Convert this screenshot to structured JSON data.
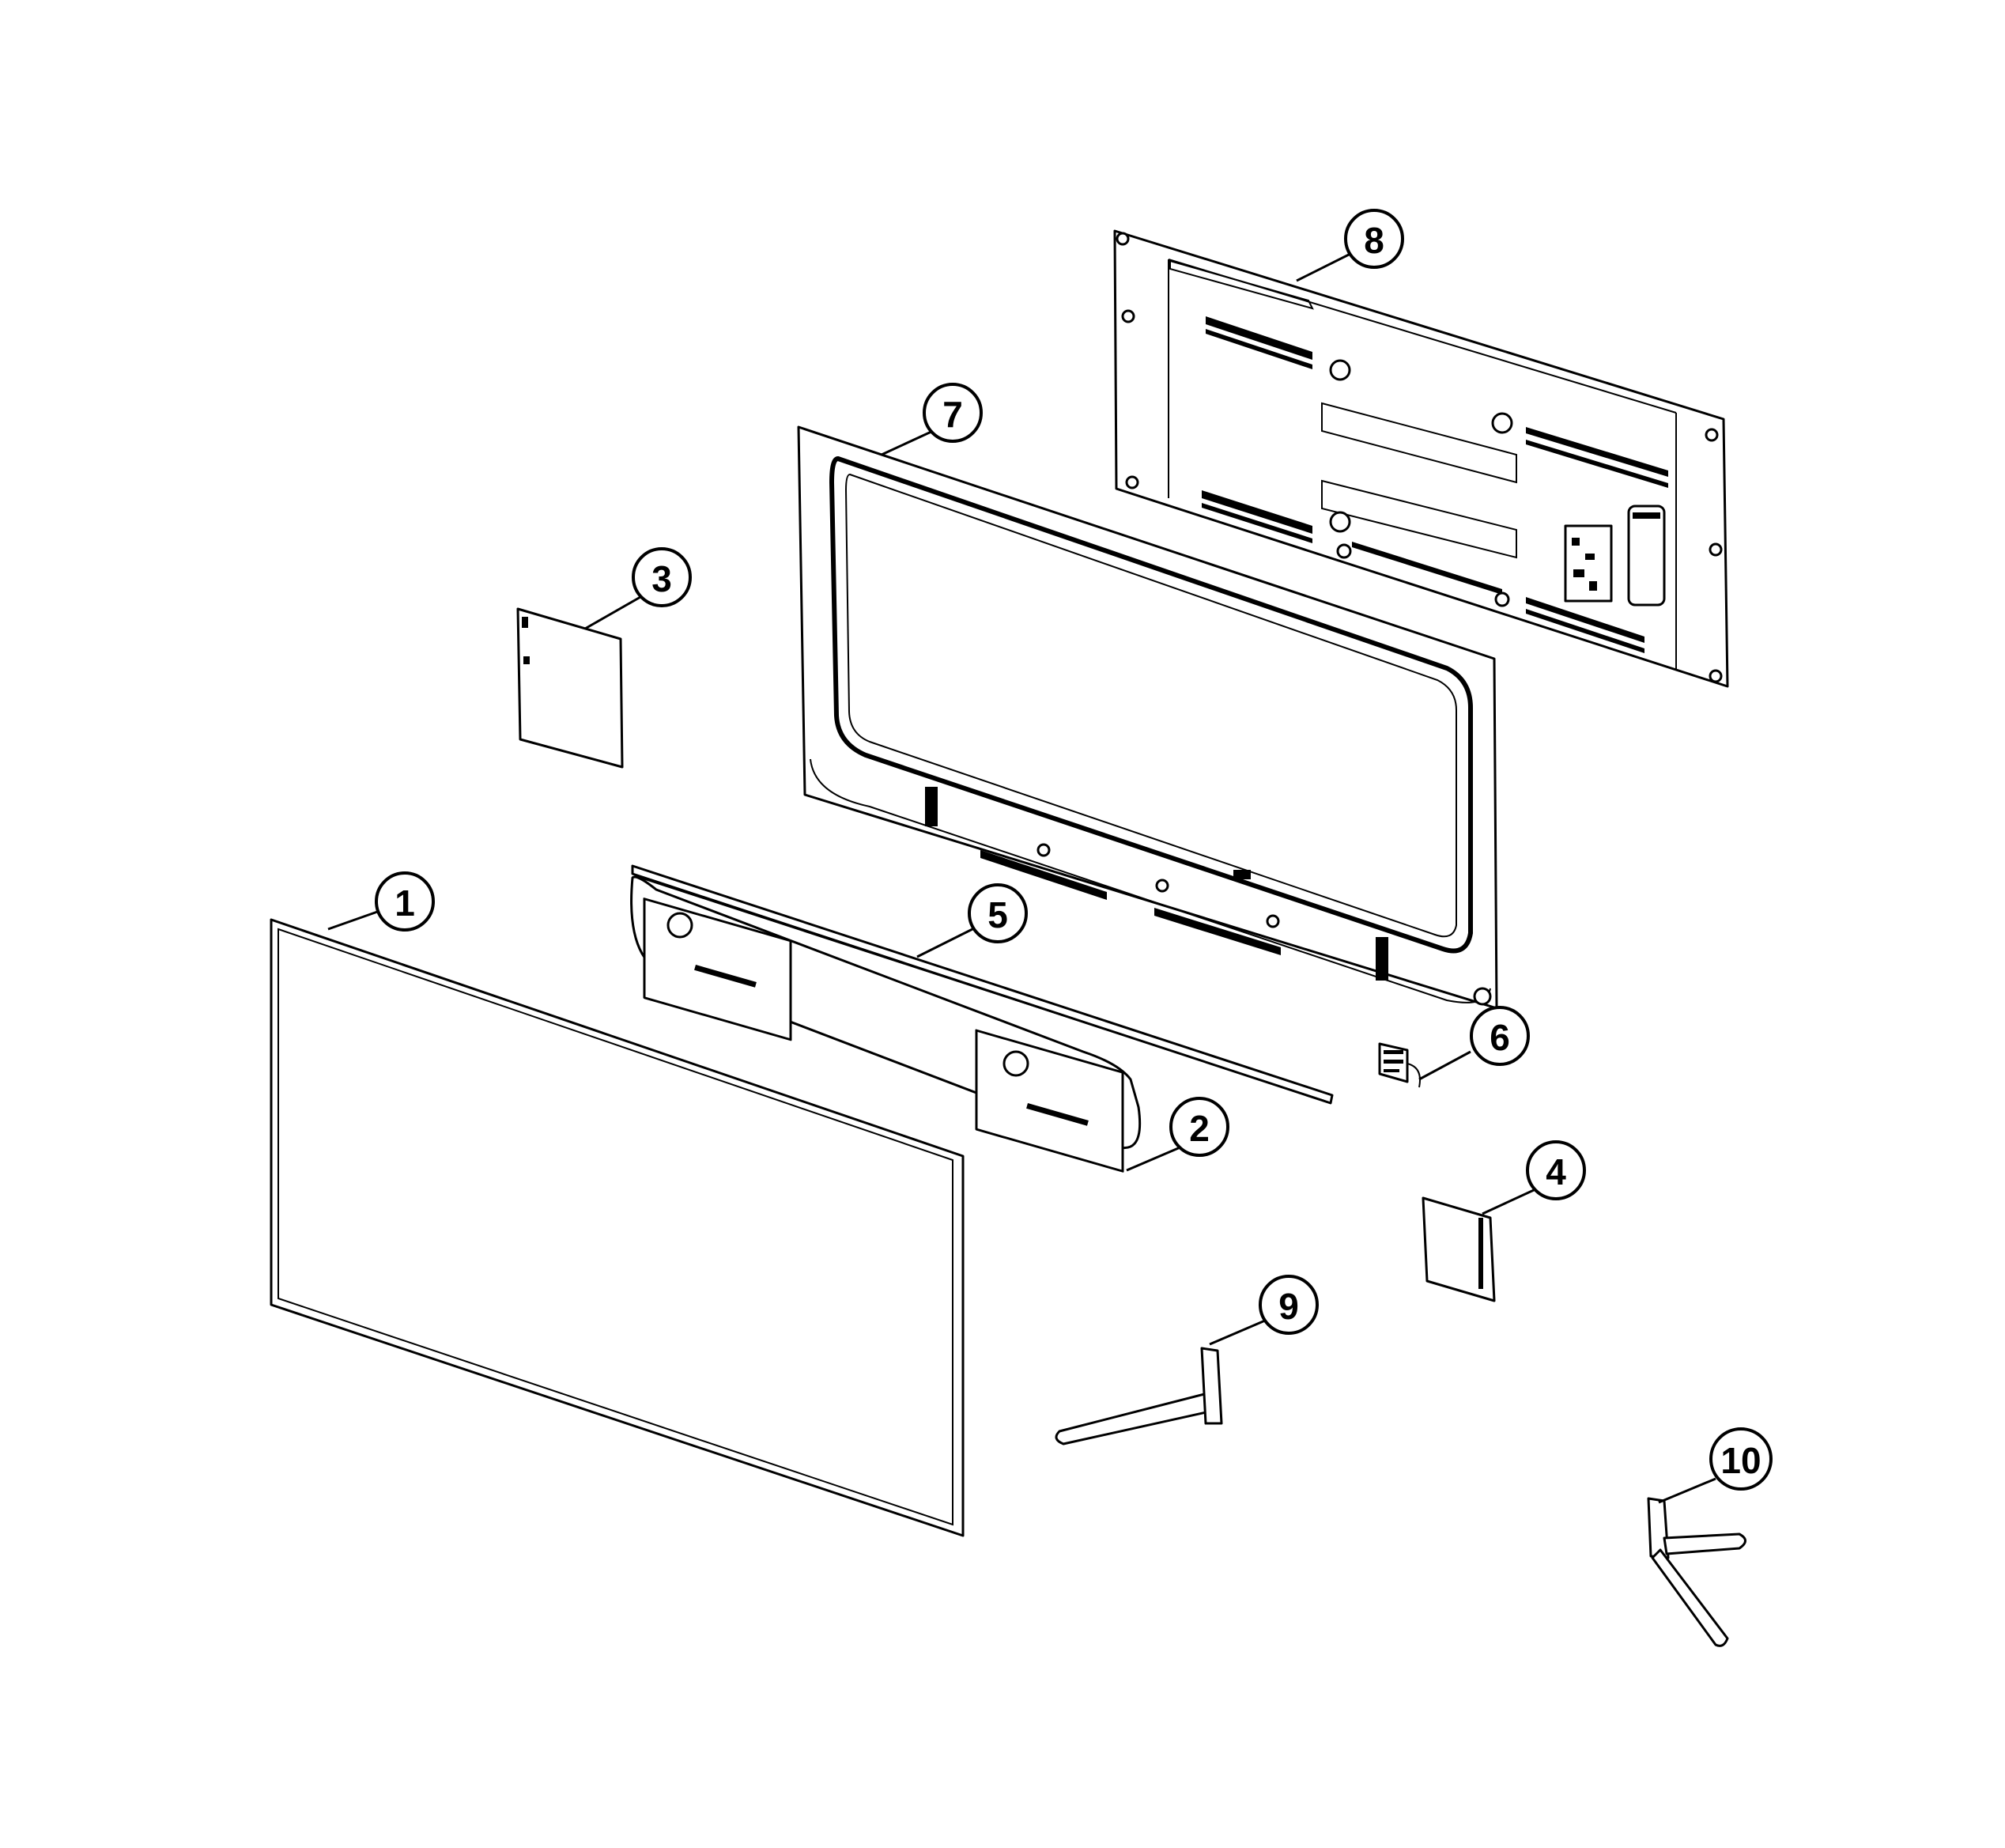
{
  "callouts": [
    {
      "number": "1"
    },
    {
      "number": "2"
    },
    {
      "number": "3"
    },
    {
      "number": "4"
    },
    {
      "number": "5"
    },
    {
      "number": "6"
    },
    {
      "number": "7"
    },
    {
      "number": "8"
    },
    {
      "number": "9"
    },
    {
      "number": "10"
    }
  ]
}
